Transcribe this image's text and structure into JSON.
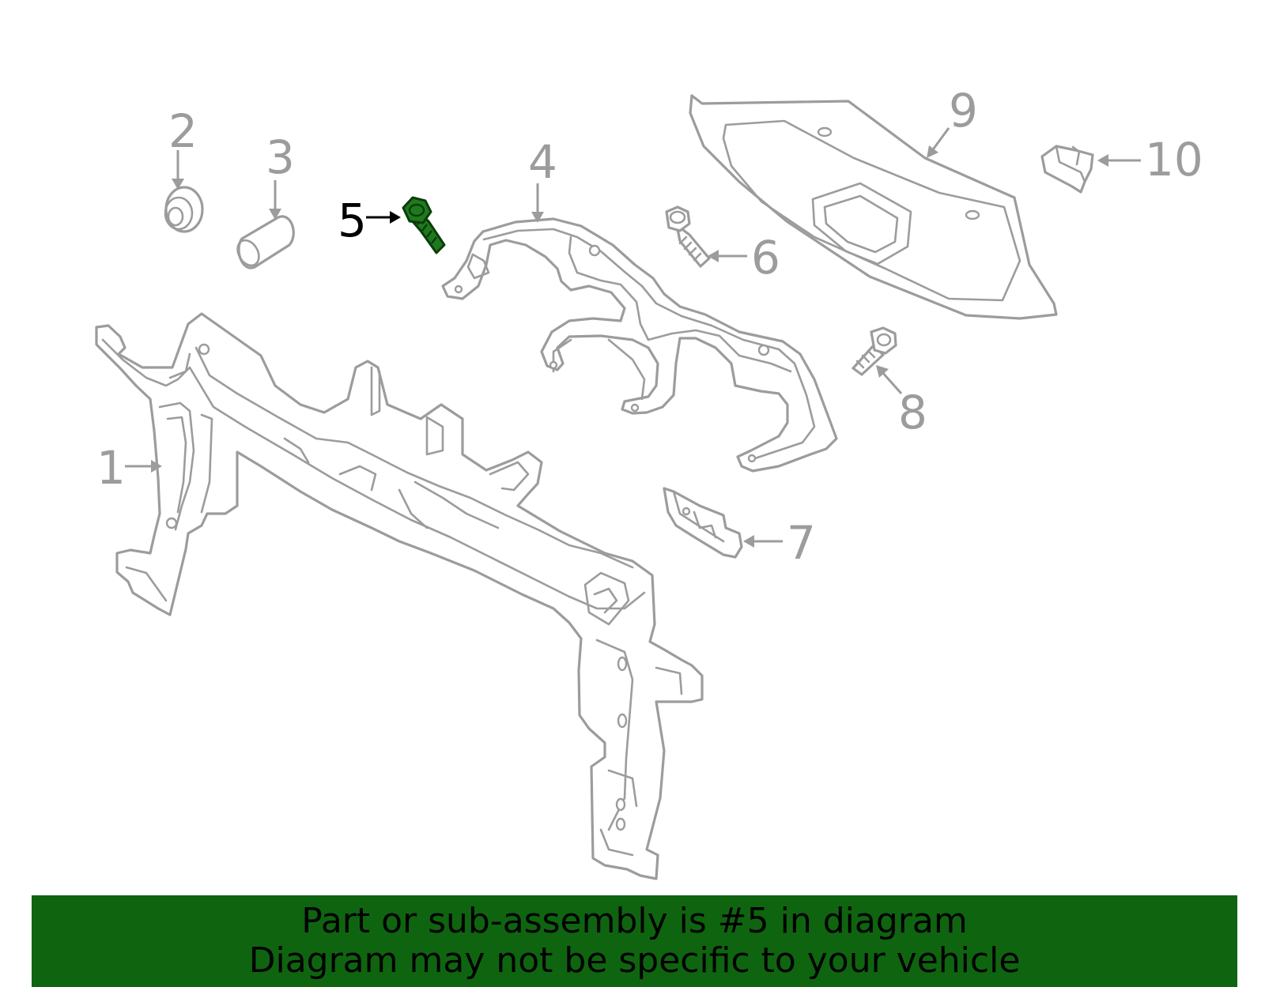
{
  "diagram": {
    "callouts": [
      {
        "id": "1",
        "label": "1",
        "highlighted": false
      },
      {
        "id": "2",
        "label": "2",
        "highlighted": false
      },
      {
        "id": "3",
        "label": "3",
        "highlighted": false
      },
      {
        "id": "4",
        "label": "4",
        "highlighted": false
      },
      {
        "id": "5",
        "label": "5",
        "highlighted": true
      },
      {
        "id": "6",
        "label": "6",
        "highlighted": false
      },
      {
        "id": "7",
        "label": "7",
        "highlighted": false
      },
      {
        "id": "8",
        "label": "8",
        "highlighted": false
      },
      {
        "id": "9",
        "label": "9",
        "highlighted": false
      },
      {
        "id": "10",
        "label": "10",
        "highlighted": false
      }
    ],
    "colors": {
      "outline": "#9c9c9c",
      "highlight_part": "#1f7a1f",
      "banner_background": "#0f6410",
      "banner_text": "#000000"
    }
  },
  "banner": {
    "line1": "Part or sub-assembly is #5 in diagram",
    "line2": "Diagram may not be specific to your vehicle"
  }
}
